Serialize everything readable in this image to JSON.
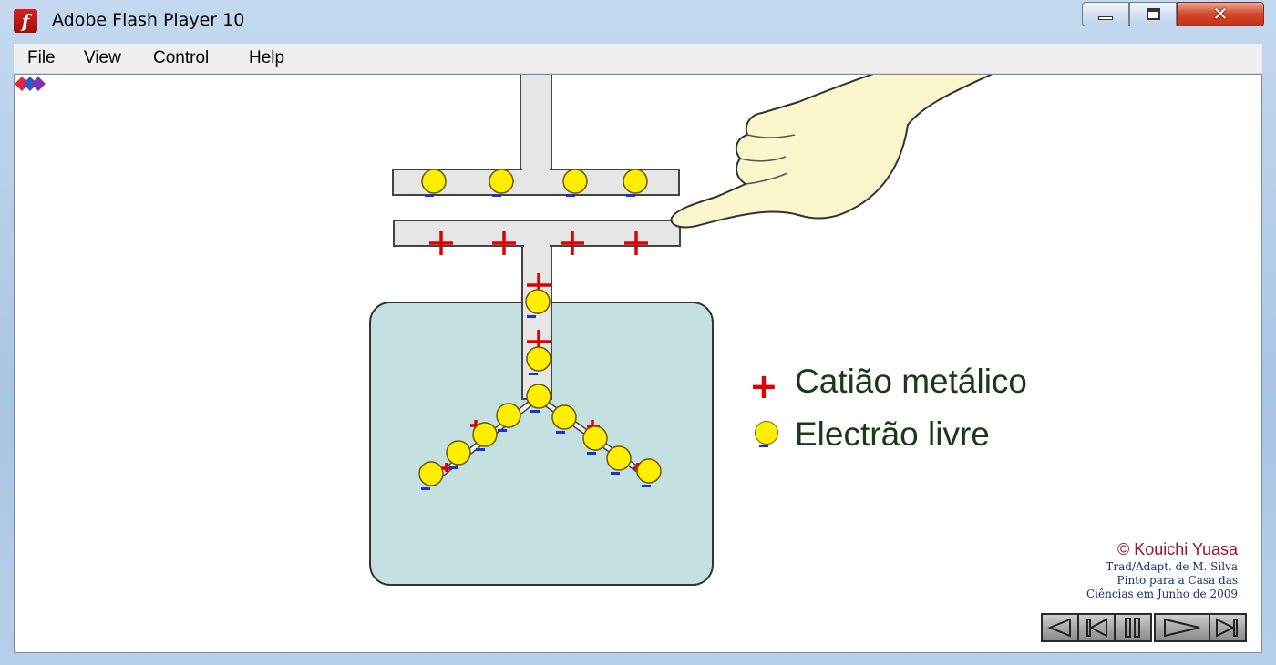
{
  "window": {
    "title": "Adobe Flash Player 10",
    "close_glyph": "✕"
  },
  "menu": [
    {
      "label": "File"
    },
    {
      "label": "View"
    },
    {
      "label": "Control"
    },
    {
      "label": "Help"
    }
  ],
  "legend": {
    "cation_label": "Catião metálico",
    "electron_label": "Electrão livre",
    "plus_symbol": "+"
  },
  "credits": {
    "author": "© Kouichi Yuasa",
    "line1": "Trad/Adapt. de M. Silva",
    "line2": "Pinto para a Casa das",
    "line3": "Ciências em Junho de 2009"
  },
  "colors": {
    "electron": "#ffee00",
    "cation": "#e00000",
    "electron_minus": "#1a33cc",
    "jar": "#c5e0e0",
    "metal": "#e6e6e6",
    "hand": "#fbf7cd",
    "legend_text": "#173c14",
    "credit_author": "#a0112e"
  },
  "icons": {
    "app": "flash-icon",
    "controls": [
      "rewind-icon",
      "first-frame-icon",
      "pause-icon",
      "play-icon",
      "last-frame-icon"
    ]
  }
}
